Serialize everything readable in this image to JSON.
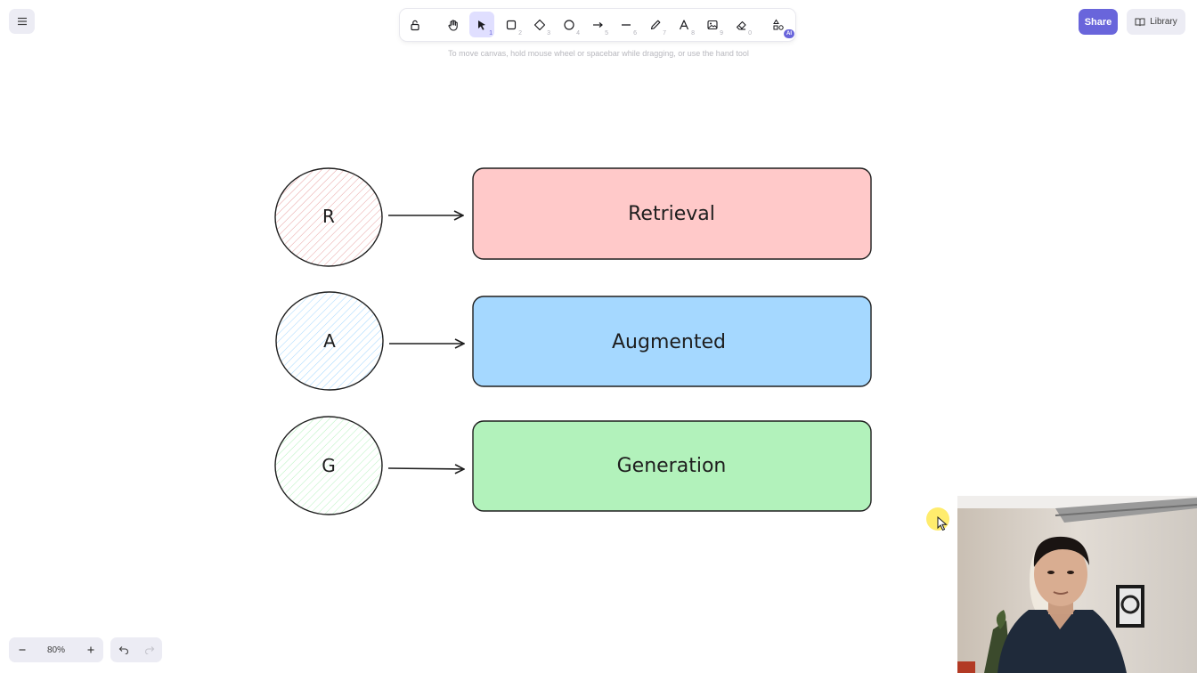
{
  "toolbar": {
    "tools": [
      {
        "id": "lock",
        "icon": "lock-icon",
        "key": ""
      },
      {
        "id": "hand",
        "icon": "hand-icon",
        "key": ""
      },
      {
        "id": "selection",
        "icon": "pointer-icon",
        "key": "1",
        "active": true
      },
      {
        "id": "rectangle",
        "icon": "rectangle-icon",
        "key": "2"
      },
      {
        "id": "diamond",
        "icon": "diamond-icon",
        "key": "3"
      },
      {
        "id": "ellipse",
        "icon": "ellipse-icon",
        "key": "4"
      },
      {
        "id": "arrow",
        "icon": "arrow-icon",
        "key": "5"
      },
      {
        "id": "line",
        "icon": "line-icon",
        "key": "6"
      },
      {
        "id": "draw",
        "icon": "pencil-icon",
        "key": "7"
      },
      {
        "id": "text",
        "icon": "text-icon",
        "key": "8"
      },
      {
        "id": "image",
        "icon": "image-icon",
        "key": "9"
      },
      {
        "id": "eraser",
        "icon": "eraser-icon",
        "key": "0"
      },
      {
        "id": "more",
        "icon": "shapes-icon",
        "key": "",
        "badge": "AI"
      }
    ]
  },
  "hint": "To move canvas, hold mouse wheel or spacebar while dragging, or use the hand tool",
  "header": {
    "share_label": "Share",
    "library_label": "Library"
  },
  "diagram": {
    "rows": [
      {
        "letter": "R",
        "word": "Retrieval",
        "circle_hatch": "#e8a0a0",
        "box_fill": "#ffc9c9"
      },
      {
        "letter": "A",
        "word": "Augmented",
        "circle_hatch": "#a5d8ff",
        "box_fill": "#a5d8ff"
      },
      {
        "letter": "G",
        "word": "Generation",
        "circle_hatch": "#b2f2bb",
        "box_fill": "#b2f2bb"
      }
    ]
  },
  "footer": {
    "zoom": "80%",
    "zoom_out_icon": "minus-icon",
    "zoom_in_icon": "plus-icon",
    "undo_icon": "undo-icon",
    "redo_icon": "redo-icon"
  },
  "colors": {
    "accent": "#6965db",
    "ui_gray": "#ececf4",
    "stroke": "#1e1e1e"
  }
}
